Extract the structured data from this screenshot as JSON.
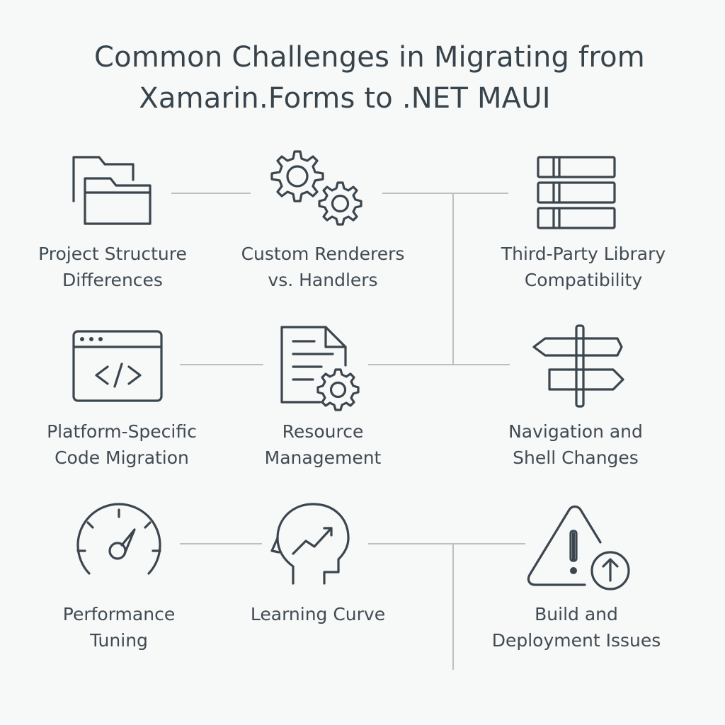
{
  "title": {
    "line1": "Common Challenges in Migrating from",
    "line2": "Xamarin.Forms to .NET MAUI"
  },
  "items": [
    {
      "icon": "folders-icon",
      "line1": "Project Structure",
      "line2": "Differences"
    },
    {
      "icon": "gears-icon",
      "line1": "Custom Renderers",
      "line2": "vs. Handlers"
    },
    {
      "icon": "library-stack-icon",
      "line1": "Third-Party Library",
      "line2": "Compatibility"
    },
    {
      "icon": "code-window-icon",
      "line1": "Platform-Specific",
      "line2": "Code Migration"
    },
    {
      "icon": "document-gear-icon",
      "line1": "Resource",
      "line2": "Management"
    },
    {
      "icon": "signpost-icon",
      "line1": "Navigation and",
      "line2": "Shell Changes"
    },
    {
      "icon": "speedometer-icon",
      "line1": "Performance",
      "line2": "Tuning"
    },
    {
      "icon": "head-graph-icon",
      "line1": "Learning Curve",
      "line2": ""
    },
    {
      "icon": "warning-upload-icon",
      "line1": "Build and",
      "line2": "Deployment Issues"
    }
  ]
}
